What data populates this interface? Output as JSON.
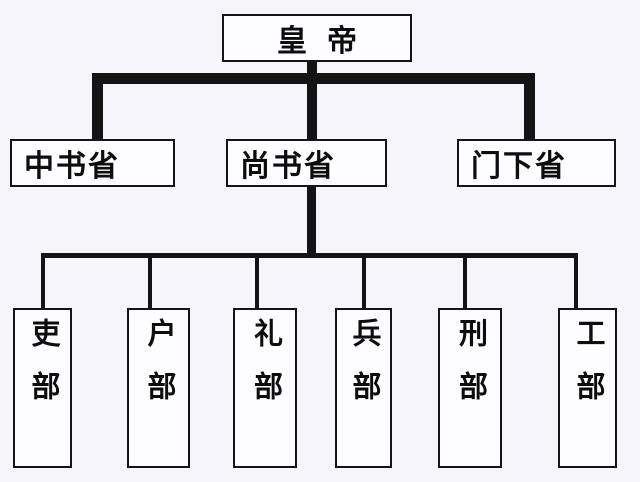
{
  "org": {
    "root": {
      "label": "皇帝"
    },
    "departments": [
      {
        "label": "中书省"
      },
      {
        "label": "尚书省",
        "children": [
          "吏部",
          "户部",
          "礼部",
          "兵部",
          "刑部",
          "工部"
        ]
      },
      {
        "label": "门下省"
      }
    ]
  },
  "colors": {
    "background": "#f6f6fa",
    "box_background": "#fdfdff",
    "box_border": "#151515",
    "connector_line": "#141414",
    "text": "#0d0d0d"
  }
}
